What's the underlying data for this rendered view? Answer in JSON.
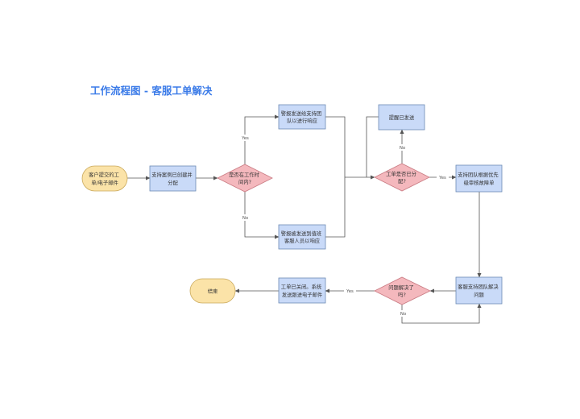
{
  "title": "工作流程图 - 客服工单解决",
  "colors": {
    "title": "#3b7be8",
    "terminal_fill": "#fbe3a8",
    "terminal_stroke": "#c9a85a",
    "process_fill": "#c9daf8",
    "process_stroke": "#6d8bb5",
    "decision_fill": "#f4b8bd",
    "decision_stroke": "#c97b83",
    "edge": "#555555"
  },
  "nodes": {
    "start": [
      "客户提交的工",
      "单/电子邮件"
    ],
    "create": [
      "支持案例已创建并",
      "分配"
    ],
    "d_time": [
      "是否在工作时",
      "间内?"
    ],
    "alert_team": [
      "警报发送给支持团",
      "队以进行响应"
    ],
    "alert_oncall": [
      "警报被发送到值班",
      "客服人员以响应"
    ],
    "d_assigned": [
      "工单是否已分",
      "配?"
    ],
    "reminder": [
      "提醒已发送"
    ],
    "prioritize": [
      "支持团队根据优先",
      "级审核故障单"
    ],
    "resolve": [
      "客服支持团队解决",
      "问题"
    ],
    "d_solved": [
      "问题解决了",
      "吗?"
    ],
    "closed": [
      "工单已关闭。系统",
      "发送跟进电子邮件"
    ],
    "end": [
      "结束"
    ]
  },
  "edge_labels": {
    "time_yes": "Yes",
    "time_no": "No",
    "assigned_no": "No",
    "assigned_yes": "Yes",
    "solved_yes": "Yes",
    "solved_no": "No"
  }
}
